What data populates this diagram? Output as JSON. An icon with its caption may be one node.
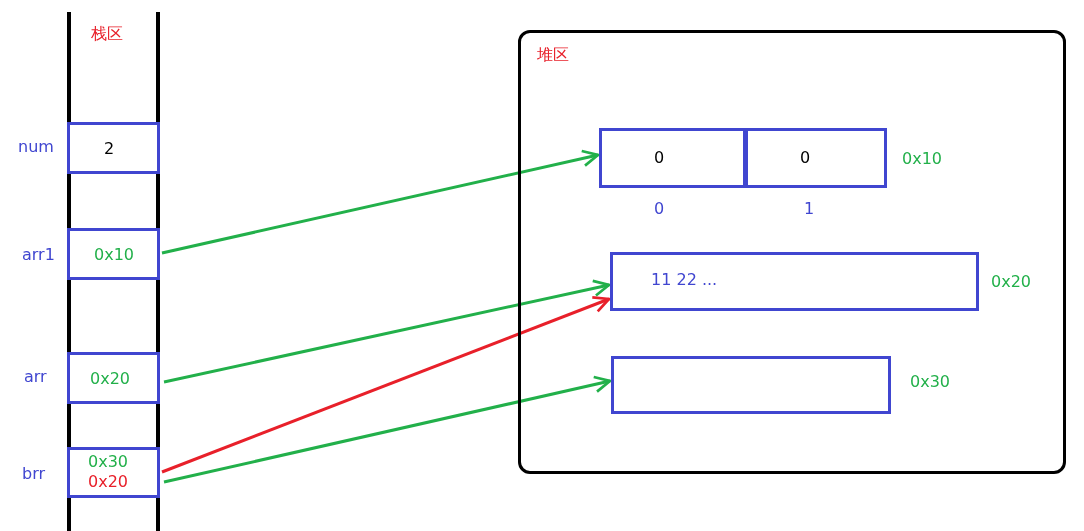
{
  "diagram": {
    "nodes": [
      {
        "text": [
          "栈区"
        ]
      },
      {
        "text": [
          "2"
        ],
        "beside": [
          "num"
        ],
        "in": 0
      },
      {
        "text": [
          "0x10"
        ],
        "beside": [
          "arr1"
        ],
        "in": 0
      },
      {
        "text": [
          "0x20"
        ],
        "beside": [
          "arr"
        ],
        "in": 0
      },
      {
        "text": [
          "0x30",
          "0x20"
        ],
        "beside": [
          "brr"
        ],
        "in": 0
      },
      {
        "text": [
          "堆区"
        ]
      },
      {
        "text": [],
        "shape": "box",
        "beside": [
          "0x10"
        ],
        "in": 5
      },
      {
        "text": [
          "0"
        ],
        "beside": [
          "0"
        ],
        "in": 6
      },
      {
        "text": [
          "0"
        ],
        "beside": [
          "1"
        ],
        "in": 6
      },
      {
        "text": [
          "11 22 ..."
        ],
        "beside": [
          "0x20"
        ],
        "in": 5
      },
      {
        "text": [],
        "shape": "box",
        "beside": [
          "0x30"
        ],
        "in": 5
      }
    ],
    "edges": [
      {
        "from": 2,
        "to": 6,
        "arrow": "to"
      },
      {
        "from": 3,
        "to": 9,
        "arrow": "to"
      },
      {
        "from": 4,
        "to": 9,
        "arrow": "to",
        "color": "#e8202a"
      },
      {
        "from": 4,
        "to": 10,
        "arrow": "to"
      }
    ]
  }
}
